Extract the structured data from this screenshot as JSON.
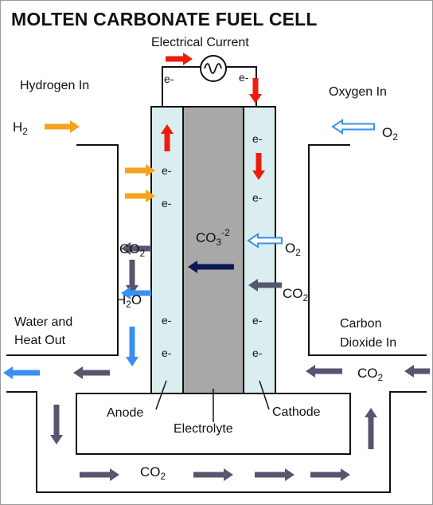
{
  "title": "MOLTEN CARBONATE FUEL CELL",
  "labels": {
    "electrical_current": "Electrical Current",
    "hydrogen_in": "Hydrogen In",
    "oxygen_in": "Oxygen In",
    "water_heat_line1": "Water and",
    "water_heat_line2": "Heat Out",
    "carbon_dioxide_line1": "Carbon",
    "carbon_dioxide_line2": "Dioxide  In",
    "anode": "Anode",
    "electrolyte": "Electrolyte",
    "cathode": "Cathode"
  },
  "chemicals": {
    "hydrogen": {
      "base": "H",
      "sub": "2"
    },
    "oxygen": {
      "base": "O",
      "sub": "2"
    },
    "co2": {
      "base": "CO",
      "sub": "2"
    },
    "water_base": "H",
    "water_sub": "2",
    "water_tail": "O",
    "carbonate": {
      "base": "CO",
      "sub": "3",
      "sup": "-2"
    }
  },
  "electron": "e-",
  "colors": {
    "electrode_fill": "#daeef0",
    "electrolyte_fill": "#a8a8a8",
    "red_arrow": "#ee1c0c",
    "orange_arrow": "#f7a21c",
    "blue_arrow": "#3a8ff2",
    "gray_arrow": "#56566e",
    "navy_arrow": "#0b1a55",
    "outline": "#111111"
  }
}
